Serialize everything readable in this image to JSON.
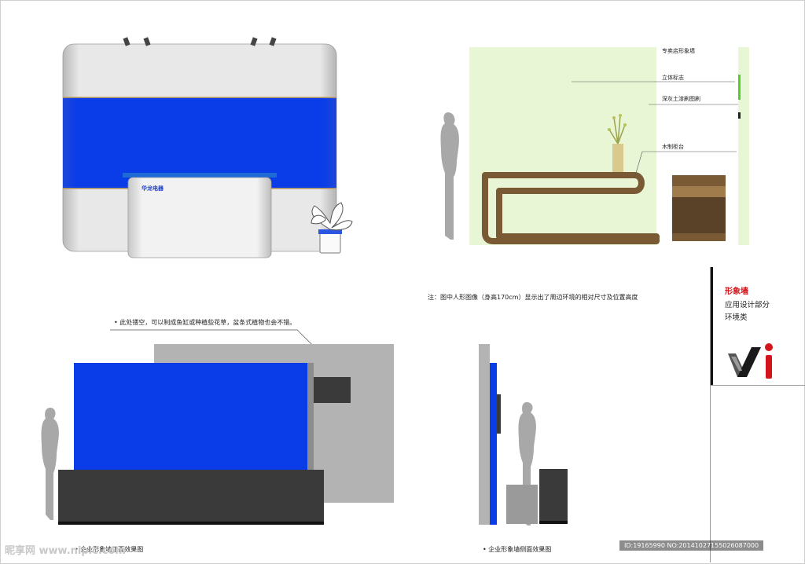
{
  "front_view": {
    "desk_logo": "华龙电器"
  },
  "side_view": {
    "labels": [
      "专卖店形象墙",
      "立体标志",
      "深灰土漆刷图刷",
      "木制柜台"
    ]
  },
  "note": "注：图中人形图像（身高170cm）显示出了周边环境的相对尺寸及位置高度",
  "perspective_view": {
    "annotation": "• 此处镂空，可以制成鱼缸或种植些花草，盆条式植物也会不错。",
    "caption": "• 企业形象墙正面效果图"
  },
  "side_effect_view": {
    "caption": "• 企业形象墙侧面效果图"
  },
  "title_block": {
    "title": "形象墙",
    "line1": "应用设计部分",
    "line2": "环境类",
    "logo_text": "vi"
  },
  "watermarks": {
    "left": "昵享网 www.nipic.com",
    "right": "ID:19165990 NO:20141027155026087000"
  },
  "colors": {
    "blue": "#0a3ce8",
    "green_bg": "#e8f6d6",
    "wood": "#7a5a35",
    "gray": "#b3b3b3",
    "dark": "#3a3a3a",
    "red": "#d4141b"
  }
}
